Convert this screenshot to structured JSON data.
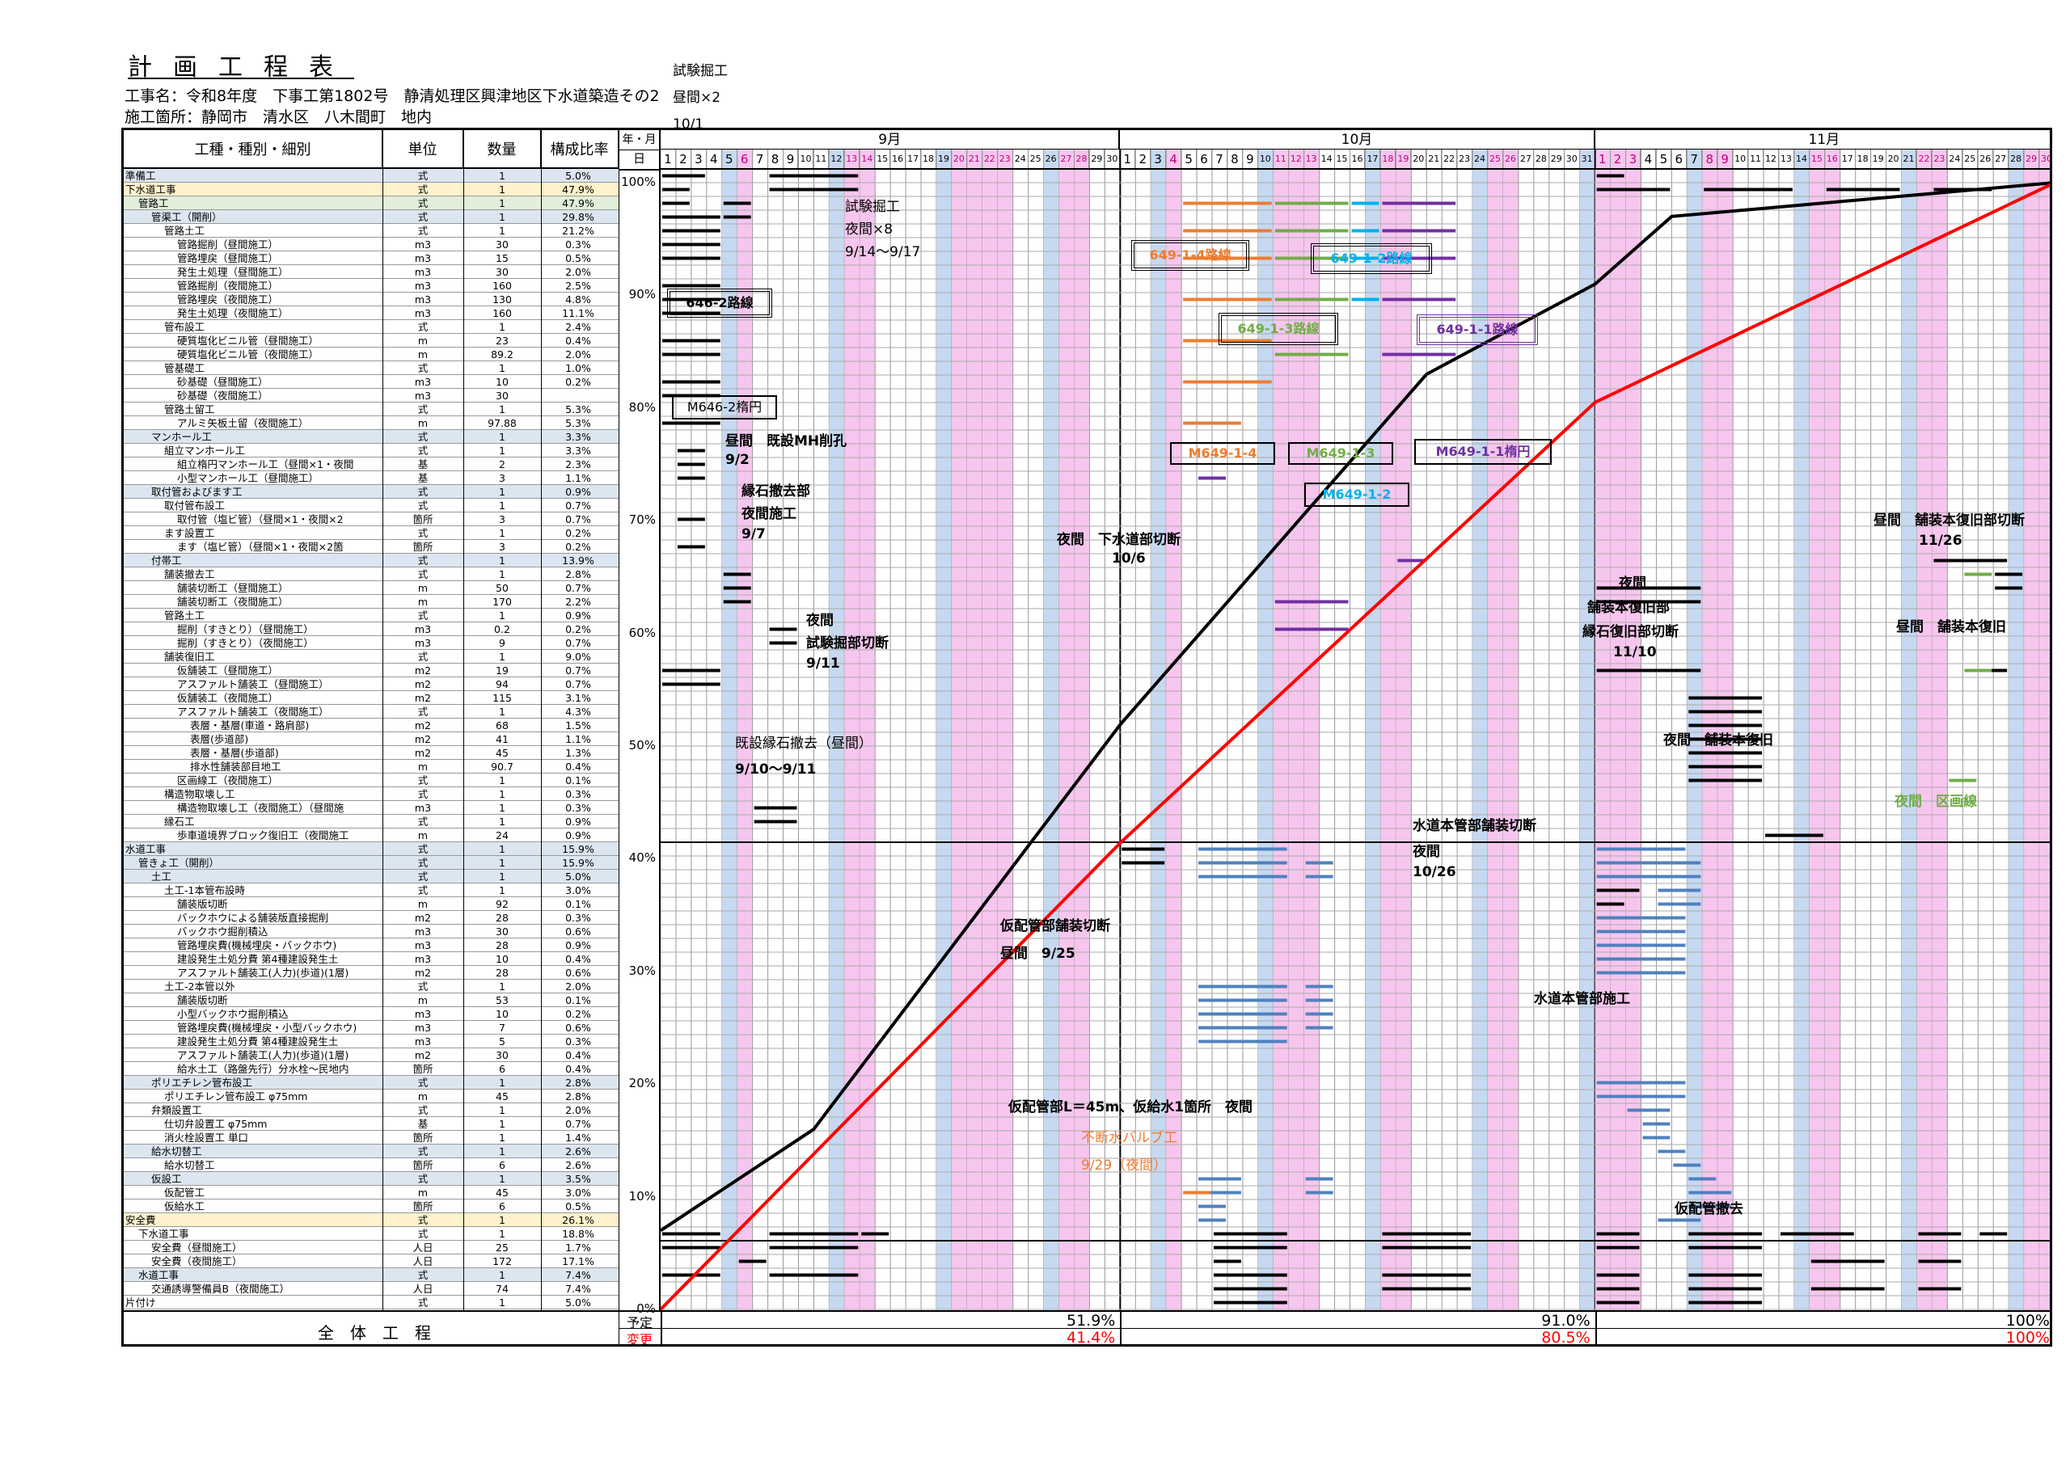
{
  "title": "計画工程表",
  "header": {
    "project": "工事名：令和8年度　下事工第1802号　静清処理区興津地区下水道築造その2",
    "location": "施工箇所：静岡市　清水区　八木間町　地内",
    "side_note_1": "試験掘工",
    "side_note_2": "昼間×2",
    "side_note_3": "10/1"
  },
  "columns": {
    "name": "工種・種別・細別",
    "unit": "単位",
    "qty": "数量",
    "ratio": "構成比率",
    "year_month": "年・月",
    "day": "日"
  },
  "months": [
    {
      "label": "9月",
      "days": 30,
      "pink": [
        6,
        13,
        14,
        20,
        21,
        22,
        23,
        27,
        28
      ],
      "blue": [
        5,
        12,
        19,
        26
      ]
    },
    {
      "label": "10月",
      "days": 31,
      "pink": [
        4,
        11,
        12,
        13,
        18,
        19,
        25,
        26
      ],
      "blue": [
        3,
        10,
        17,
        24,
        31
      ]
    },
    {
      "label": "11月",
      "days": 30,
      "pink": [
        1,
        2,
        3,
        8,
        9,
        15,
        16,
        22,
        23,
        29,
        30
      ],
      "blue": [
        7,
        14,
        21,
        28
      ]
    }
  ],
  "percent_labels": [
    "100%",
    "90%",
    "80%",
    "70%",
    "60%",
    "50%",
    "40%",
    "30%",
    "20%",
    "10%",
    "0%"
  ],
  "rows": [
    {
      "n": "準備工",
      "u": "式",
      "q": "1",
      "p": "5.0%",
      "lv": 0,
      "c": "#dce6f1"
    },
    {
      "n": "下水道工事",
      "u": "式",
      "q": "1",
      "p": "47.9%",
      "lv": 0,
      "c": "#fff2cc"
    },
    {
      "n": "管路工",
      "u": "式",
      "q": "1",
      "p": "47.9%",
      "lv": 1,
      "c": "#e2efda"
    },
    {
      "n": "管渠工（開削）",
      "u": "式",
      "q": "1",
      "p": "29.8%",
      "lv": 2,
      "c": "#dce6f1"
    },
    {
      "n": "管路土工",
      "u": "式",
      "q": "1",
      "p": "21.2%",
      "lv": 3,
      "c": ""
    },
    {
      "n": "管路掘削（昼間施工）",
      "u": "m3",
      "q": "30",
      "p": "0.3%",
      "lv": 4,
      "c": ""
    },
    {
      "n": "管路埋戻（昼間施工）",
      "u": "m3",
      "q": "15",
      "p": "0.5%",
      "lv": 4,
      "c": ""
    },
    {
      "n": "発生土処理（昼間施工）",
      "u": "m3",
      "q": "30",
      "p": "2.0%",
      "lv": 4,
      "c": ""
    },
    {
      "n": "管路掘削（夜間施工）",
      "u": "m3",
      "q": "160",
      "p": "2.5%",
      "lv": 4,
      "c": ""
    },
    {
      "n": "管路埋戻（夜間施工）",
      "u": "m3",
      "q": "130",
      "p": "4.8%",
      "lv": 4,
      "c": ""
    },
    {
      "n": "発生土処理（夜間施工）",
      "u": "m3",
      "q": "160",
      "p": "11.1%",
      "lv": 4,
      "c": ""
    },
    {
      "n": "管布設工",
      "u": "式",
      "q": "1",
      "p": "2.4%",
      "lv": 3,
      "c": ""
    },
    {
      "n": "硬質塩化ビニル管（昼間施工）",
      "u": "m",
      "q": "23",
      "p": "0.4%",
      "lv": 4,
      "c": ""
    },
    {
      "n": "硬質塩化ビニル管（夜間施工）",
      "u": "m",
      "q": "89.2",
      "p": "2.0%",
      "lv": 4,
      "c": ""
    },
    {
      "n": "管基礎工",
      "u": "式",
      "q": "1",
      "p": "1.0%",
      "lv": 3,
      "c": ""
    },
    {
      "n": "砂基礎（昼間施工）",
      "u": "m3",
      "q": "10",
      "p": "0.2%",
      "lv": 4,
      "c": ""
    },
    {
      "n": "砂基礎（夜間施工）",
      "u": "m3",
      "q": "30",
      "p": "",
      "lv": 4,
      "c": ""
    },
    {
      "n": "管路土留工",
      "u": "式",
      "q": "1",
      "p": "5.3%",
      "lv": 3,
      "c": ""
    },
    {
      "n": "アルミ矢板土留（夜間施工）",
      "u": "m",
      "q": "97.88",
      "p": "5.3%",
      "lv": 4,
      "c": ""
    },
    {
      "n": "マンホール工",
      "u": "式",
      "q": "1",
      "p": "3.3%",
      "lv": 2,
      "c": "#dce6f1"
    },
    {
      "n": "組立マンホール工",
      "u": "式",
      "q": "1",
      "p": "3.3%",
      "lv": 3,
      "c": ""
    },
    {
      "n": "組立楕円マンホール工（昼間×1・夜間",
      "u": "基",
      "q": "2",
      "p": "2.3%",
      "lv": 4,
      "c": ""
    },
    {
      "n": "小型マンホール工（昼間施工）",
      "u": "基",
      "q": "3",
      "p": "1.1%",
      "lv": 4,
      "c": ""
    },
    {
      "n": "取付管およびます工",
      "u": "式",
      "q": "1",
      "p": "0.9%",
      "lv": 2,
      "c": "#dce6f1"
    },
    {
      "n": "取付管布設工",
      "u": "式",
      "q": "1",
      "p": "0.7%",
      "lv": 3,
      "c": ""
    },
    {
      "n": "取付管（塩ビ管）（昼間×1・夜間×2",
      "u": "箇所",
      "q": "3",
      "p": "0.7%",
      "lv": 4,
      "c": ""
    },
    {
      "n": "ます設置工",
      "u": "式",
      "q": "1",
      "p": "0.2%",
      "lv": 3,
      "c": ""
    },
    {
      "n": "ます（塩ビ管）（昼間×1・夜間×2箇",
      "u": "箇所",
      "q": "3",
      "p": "0.2%",
      "lv": 4,
      "c": ""
    },
    {
      "n": "付帯工",
      "u": "式",
      "q": "1",
      "p": "13.9%",
      "lv": 2,
      "c": "#dce6f1"
    },
    {
      "n": "舗装撤去工",
      "u": "式",
      "q": "1",
      "p": "2.8%",
      "lv": 3,
      "c": ""
    },
    {
      "n": "舗装切断工（昼間施工）",
      "u": "m",
      "q": "50",
      "p": "0.7%",
      "lv": 4,
      "c": ""
    },
    {
      "n": "舗装切断工（夜間施工）",
      "u": "m",
      "q": "170",
      "p": "2.2%",
      "lv": 4,
      "c": ""
    },
    {
      "n": "管路土工",
      "u": "式",
      "q": "1",
      "p": "0.9%",
      "lv": 3,
      "c": ""
    },
    {
      "n": "掘削（すきとり）（昼間施工）",
      "u": "m3",
      "q": "0.2",
      "p": "0.2%",
      "lv": 4,
      "c": ""
    },
    {
      "n": "掘削（すきとり）（夜間施工）",
      "u": "m3",
      "q": "9",
      "p": "0.7%",
      "lv": 4,
      "c": ""
    },
    {
      "n": "舗装復旧工",
      "u": "式",
      "q": "1",
      "p": "9.0%",
      "lv": 3,
      "c": ""
    },
    {
      "n": "仮舗装工（昼間施工）",
      "u": "m2",
      "q": "19",
      "p": "0.7%",
      "lv": 4,
      "c": ""
    },
    {
      "n": "アスファルト舗装工（昼間施工）",
      "u": "m2",
      "q": "94",
      "p": "0.7%",
      "lv": 4,
      "c": ""
    },
    {
      "n": "仮舗装工（夜間施工）",
      "u": "m2",
      "q": "115",
      "p": "3.1%",
      "lv": 4,
      "c": ""
    },
    {
      "n": "アスファルト舗装工（夜間施工）",
      "u": "式",
      "q": "1",
      "p": "4.3%",
      "lv": 4,
      "c": ""
    },
    {
      "n": "表層・基層(車道・路肩部)",
      "u": "m2",
      "q": "68",
      "p": "1.5%",
      "lv": 5,
      "c": ""
    },
    {
      "n": "表層(歩道部)",
      "u": "m2",
      "q": "41",
      "p": "1.1%",
      "lv": 5,
      "c": ""
    },
    {
      "n": "表層・基層(歩道部)",
      "u": "m2",
      "q": "45",
      "p": "1.3%",
      "lv": 5,
      "c": ""
    },
    {
      "n": "排水性舗装部目地工",
      "u": "m",
      "q": "90.7",
      "p": "0.4%",
      "lv": 5,
      "c": ""
    },
    {
      "n": "区画線工（夜間施工）",
      "u": "式",
      "q": "1",
      "p": "0.1%",
      "lv": 4,
      "c": ""
    },
    {
      "n": "構造物取壊し工",
      "u": "式",
      "q": "1",
      "p": "0.3%",
      "lv": 3,
      "c": ""
    },
    {
      "n": "構造物取壊し工（夜間施工）（昼間施",
      "u": "m3",
      "q": "1",
      "p": "0.3%",
      "lv": 4,
      "c": ""
    },
    {
      "n": "縁石工",
      "u": "式",
      "q": "1",
      "p": "0.9%",
      "lv": 3,
      "c": ""
    },
    {
      "n": "歩車道境界ブロック復旧工（夜間施工",
      "u": "m",
      "q": "24",
      "p": "0.9%",
      "lv": 4,
      "c": ""
    },
    {
      "n": "水道工事",
      "u": "式",
      "q": "1",
      "p": "15.9%",
      "lv": 0,
      "c": "#dce6f1"
    },
    {
      "n": "管きょ工（開削）",
      "u": "式",
      "q": "1",
      "p": "15.9%",
      "lv": 1,
      "c": "#dce6f1"
    },
    {
      "n": "土工",
      "u": "式",
      "q": "1",
      "p": "5.0%",
      "lv": 2,
      "c": "#dce6f1"
    },
    {
      "n": "土工-1本管布設時",
      "u": "式",
      "q": "1",
      "p": "3.0%",
      "lv": 3,
      "c": ""
    },
    {
      "n": "舗装版切断",
      "u": "m",
      "q": "92",
      "p": "0.1%",
      "lv": 4,
      "c": ""
    },
    {
      "n": "バックホウによる舗装版直接掘削",
      "u": "m2",
      "q": "28",
      "p": "0.3%",
      "lv": 4,
      "c": ""
    },
    {
      "n": "バックホウ掘削積込",
      "u": "m3",
      "q": "30",
      "p": "0.6%",
      "lv": 4,
      "c": ""
    },
    {
      "n": "管路埋戻費(機械埋戻・バックホウ)",
      "u": "m3",
      "q": "28",
      "p": "0.9%",
      "lv": 4,
      "c": ""
    },
    {
      "n": "建設発生土処分費 第4種建設発生土",
      "u": "m3",
      "q": "10",
      "p": "0.4%",
      "lv": 4,
      "c": ""
    },
    {
      "n": "アスファルト舗装工(人力)(歩道)(1層)",
      "u": "m2",
      "q": "28",
      "p": "0.6%",
      "lv": 4,
      "c": ""
    },
    {
      "n": "土工-2本管以外",
      "u": "式",
      "q": "1",
      "p": "2.0%",
      "lv": 3,
      "c": ""
    },
    {
      "n": "舗装版切断",
      "u": "m",
      "q": "53",
      "p": "0.1%",
      "lv": 4,
      "c": ""
    },
    {
      "n": "小型バックホウ掘削積込",
      "u": "m3",
      "q": "10",
      "p": "0.2%",
      "lv": 4,
      "c": ""
    },
    {
      "n": "管路埋戻費(機械埋戻・小型バックホウ)",
      "u": "m3",
      "q": "7",
      "p": "0.6%",
      "lv": 4,
      "c": ""
    },
    {
      "n": "建設発生土処分費 第4種建設発生土",
      "u": "m3",
      "q": "5",
      "p": "0.3%",
      "lv": 4,
      "c": ""
    },
    {
      "n": "アスファルト舗装工(人力)(歩道)(1層)",
      "u": "m2",
      "q": "30",
      "p": "0.4%",
      "lv": 4,
      "c": ""
    },
    {
      "n": "給水土工（路盤先行）分水栓～民地内",
      "u": "箇所",
      "q": "6",
      "p": "0.4%",
      "lv": 4,
      "c": ""
    },
    {
      "n": "ポリエチレン管布設工",
      "u": "式",
      "q": "1",
      "p": "2.8%",
      "lv": 2,
      "c": "#dce6f1"
    },
    {
      "n": "ポリエチレン管布設工 φ75mm",
      "u": "m",
      "q": "45",
      "p": "2.8%",
      "lv": 3,
      "c": ""
    },
    {
      "n": "弁類設置工",
      "u": "式",
      "q": "1",
      "p": "2.0%",
      "lv": 2,
      "c": ""
    },
    {
      "n": "仕切弁設置工 φ75mm",
      "u": "基",
      "q": "1",
      "p": "0.7%",
      "lv": 3,
      "c": ""
    },
    {
      "n": "消火栓設置工 単口",
      "u": "箇所",
      "q": "1",
      "p": "1.4%",
      "lv": 3,
      "c": ""
    },
    {
      "n": "給水切替工",
      "u": "式",
      "q": "1",
      "p": "2.6%",
      "lv": 2,
      "c": "#dce6f1"
    },
    {
      "n": "給水切替工",
      "u": "箇所",
      "q": "6",
      "p": "2.6%",
      "lv": 3,
      "c": ""
    },
    {
      "n": "仮設工",
      "u": "式",
      "q": "1",
      "p": "3.5%",
      "lv": 2,
      "c": "#dce6f1"
    },
    {
      "n": "仮配管工",
      "u": "m",
      "q": "45",
      "p": "3.0%",
      "lv": 3,
      "c": ""
    },
    {
      "n": "仮給水工",
      "u": "箇所",
      "q": "6",
      "p": "0.5%",
      "lv": 3,
      "c": ""
    },
    {
      "n": "安全費",
      "u": "式",
      "q": "1",
      "p": "26.1%",
      "lv": 0,
      "c": "#fff2cc"
    },
    {
      "n": "下水道工事",
      "u": "式",
      "q": "1",
      "p": "18.8%",
      "lv": 1,
      "c": ""
    },
    {
      "n": "安全費（昼間施工）",
      "u": "人日",
      "q": "25",
      "p": "1.7%",
      "lv": 2,
      "c": ""
    },
    {
      "n": "安全費（夜間施工）",
      "u": "人日",
      "q": "172",
      "p": "17.1%",
      "lv": 2,
      "c": ""
    },
    {
      "n": "水道工事",
      "u": "式",
      "q": "1",
      "p": "7.4%",
      "lv": 1,
      "c": "#dce6f1"
    },
    {
      "n": "交通誘導警備員B（夜間施工）",
      "u": "人日",
      "q": "74",
      "p": "7.4%",
      "lv": 2,
      "c": ""
    },
    {
      "n": "片付け",
      "u": "式",
      "q": "1",
      "p": "5.0%",
      "lv": 0,
      "c": ""
    }
  ],
  "annotations": {
    "a1": "試験掘工",
    "a2": "夜間×8",
    "a3": "9/14～9/17",
    "a4": "昼間　既設MH削孔",
    "a5": "9/2",
    "a6": "縁石撤去部",
    "a7": "夜間施工",
    "a8": "9/7",
    "a9": "夜間",
    "a10": "試験掘部切断",
    "a11": "9/11",
    "a12": "既設縁石撤去（昼間）",
    "a13": "9/10～9/11",
    "a14": "夜間　下水道部切断",
    "a15": "10/6",
    "a16": "仮配管部舗装切断",
    "a17": "昼間　9/25",
    "a18": "仮配管部L＝45m、仮給水1箇所　夜間",
    "a19": "不断水バルブ工",
    "a20": "9/29（夜間）",
    "a21": "水道本管部舗装切断",
    "a22": "夜間",
    "a23": "10/26",
    "a24": "水道本管部施工",
    "a25": "夜間",
    "a26": "舗装本復旧部",
    "a27": "縁石復旧部切断",
    "a28": "11/10",
    "a29": "夜間　舗装本復旧",
    "a30": "昼間　舗装本復旧部切断",
    "a31": "11/26",
    "a32": "昼間　舗装本復旧",
    "a33": "夜間　区画線",
    "a34": "仮配管撤去"
  },
  "boxes": {
    "b1": "646-2路線",
    "b2": "M646-2楕円",
    "b3": "649-1-4路線",
    "b4": "649-1-2路線",
    "b5": "649-1-3路線",
    "b6": "649-1-1路線",
    "b7": "M649-1-4",
    "b8": "M649-1-3",
    "b9": "M649-1-1楕円",
    "b10": "M649-1-2"
  },
  "footer": {
    "label": "全　体　工　程",
    "plan": "予定",
    "change": "変更",
    "plan_values": [
      "51.9%",
      "91.0%",
      "100%"
    ],
    "change_values": [
      "41.4%",
      "80.5%",
      "100%"
    ]
  },
  "progress_curves": {
    "plan": {
      "color": "#000000",
      "points": [
        [
          0,
          7
        ],
        [
          10,
          16
        ],
        [
          30,
          51.9
        ],
        [
          50,
          83
        ],
        [
          61,
          91
        ],
        [
          66,
          97
        ],
        [
          91,
          100
        ]
      ]
    },
    "change": {
      "color": "#ff0000",
      "points": [
        [
          0,
          0
        ],
        [
          30,
          41.4
        ],
        [
          61,
          80.5
        ],
        [
          91,
          100
        ]
      ]
    }
  },
  "colors": {
    "pink": "#f7c6ee",
    "blue": "#c6d9f1",
    "black_bar": "#000000",
    "blue_bar": "#4f81bd",
    "green_bar": "#70ad47",
    "orange_bar": "#ed7d31",
    "purple_bar": "#7030a0",
    "cyan_bar": "#00b0f0"
  }
}
